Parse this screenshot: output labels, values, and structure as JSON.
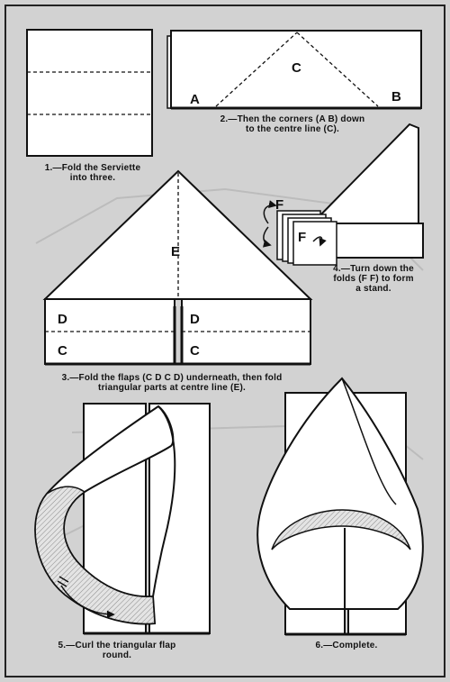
{
  "steps": [
    {
      "caption_line1": "1.—Fold the Serviette",
      "caption_line2": "into three."
    },
    {
      "caption_line1": "2.—Then the corners (A B) down",
      "caption_line2": "to the centre line (C)."
    },
    {
      "caption_line1": "3.—Fold the flaps (C D C D) underneath, then fold",
      "caption_line2": "triangular parts at centre line (E)."
    },
    {
      "caption_line1": "4.—Turn down the",
      "caption_line2": "folds (F F) to form",
      "caption_line3": "a stand."
    },
    {
      "caption_line1": "5.—Curl the triangular flap",
      "caption_line2": "round."
    },
    {
      "caption_line1": "6.—Complete.",
      "caption_line2": ""
    }
  ],
  "labels": {
    "a": "A",
    "b": "B",
    "c": "C",
    "d": "D",
    "e": "E",
    "f": "F"
  },
  "colors": {
    "background": "#d2d2d2",
    "paper": "#ffffff",
    "ink": "#111111",
    "inner": "#cfcfcf"
  }
}
